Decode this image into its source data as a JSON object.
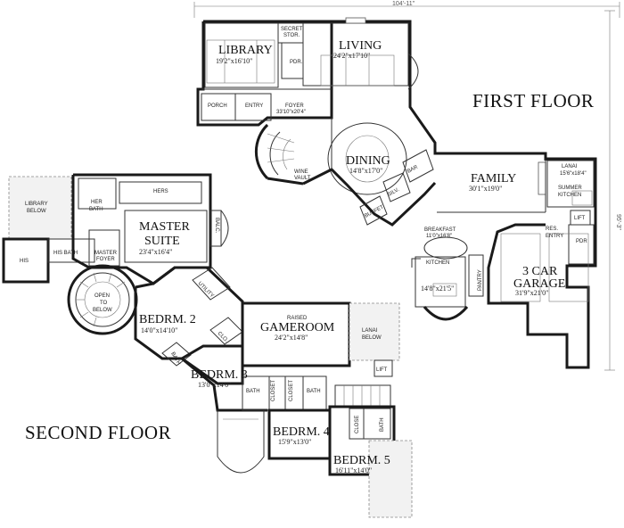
{
  "floor_labels": {
    "first": "FIRST FLOOR",
    "second": "SECOND FLOOR"
  },
  "overall_dims": {
    "width": "104'-11\"",
    "depth": "95'-3\""
  },
  "first_floor": {
    "library": {
      "name": "LIBRARY",
      "dim": "19'2\"x16'10\""
    },
    "secret_stor": {
      "name_line1": "SECRET",
      "name_line2": "STOR."
    },
    "living": {
      "name": "LIVING",
      "dim": "24'2\"x17'10\""
    },
    "pdr": {
      "name": "PDR."
    },
    "porch": {
      "name": "PORCH"
    },
    "entry": {
      "name": "ENTRY"
    },
    "foyer": {
      "name": "FOYER",
      "dim": "33'10\"x20'4\""
    },
    "dining": {
      "name": "DINING",
      "dim": "14'8\"x17'0\""
    },
    "wine_vault": {
      "name_line1": "WINE",
      "name_line2": "VAULT"
    },
    "bar": {
      "name": "BAR"
    },
    "silver": {
      "name": "SILV."
    },
    "buffet": {
      "name": "BUFFET"
    },
    "family": {
      "name": "FAMILY",
      "dim": "30'1\"x19'0\""
    },
    "lanai": {
      "name": "LANAI",
      "dim": "15'6\"x18'4\""
    },
    "summer_kitchen": {
      "name_line1": "SUMMER",
      "name_line2": "KITCHEN"
    },
    "lift": {
      "name": "LIFT"
    },
    "breakfast": {
      "name": "BREAKFAST",
      "dim": "11'0\"x16'8\""
    },
    "kitchen": {
      "name": "KITCHEN",
      "dim": "14'8\"x21'5\""
    },
    "pantry": {
      "name": "PANTRY"
    },
    "res_entry": {
      "name_line1": "RES.",
      "name_line2": "ENTRY"
    },
    "pdr2": {
      "name": "PDR"
    },
    "garage": {
      "name_line1": "3 CAR",
      "name_line2": "GARAGE",
      "dim": "31'9\"x21'0\""
    }
  },
  "second_floor": {
    "library_below": {
      "name_line1": "LIBRARY",
      "name_line2": "BELOW"
    },
    "hers": {
      "name": "HERS"
    },
    "her_bath": {
      "name_line1": "HER",
      "name_line2": "BATH"
    },
    "master_suite": {
      "name_line1": "MASTER",
      "name_line2": "SUITE",
      "dim": "23'4\"x16'4\""
    },
    "balc": {
      "name": "BALC."
    },
    "his": {
      "name": "HIS"
    },
    "his_bath": {
      "name": "HIS BATH"
    },
    "master_foyer": {
      "name_line1": "MASTER",
      "name_line2": "FOYER"
    },
    "open_to_below": {
      "name_line1": "OPEN",
      "name_line2": "TO",
      "name_line3": "BELOW"
    },
    "utility": {
      "name": "UTILITY"
    },
    "bedrm2": {
      "name": "BEDRM. 2",
      "dim": "14'0\"x14'10\""
    },
    "clo": {
      "name": "CLO."
    },
    "bath_a": {
      "name": "BATH"
    },
    "gameroom": {
      "name_line1": "RAISED",
      "name_line2": "GAMEROOM",
      "dim": "24'2\"x14'8\""
    },
    "lanai_below": {
      "name_line1": "LANAI",
      "name_line2": "BELOW"
    },
    "lift": {
      "name": "LIFT"
    },
    "bedrm3": {
      "name": "BEDRM. 3",
      "dim": "13'0\"x14'0\""
    },
    "bath_b": {
      "name": "BATH"
    },
    "closet_a": {
      "name": "CLOSET"
    },
    "closet_b": {
      "name": "CLOSET"
    },
    "bath_c": {
      "name": "BATH"
    },
    "bedrm4": {
      "name": "BEDRM. 4",
      "dim": "15'9\"x13'0\""
    },
    "close": {
      "name": "CLOSE"
    },
    "bath_d": {
      "name": "BATH"
    },
    "bedrm5": {
      "name": "BEDRM. 5",
      "dim": "16'11\"x14'0\""
    }
  }
}
